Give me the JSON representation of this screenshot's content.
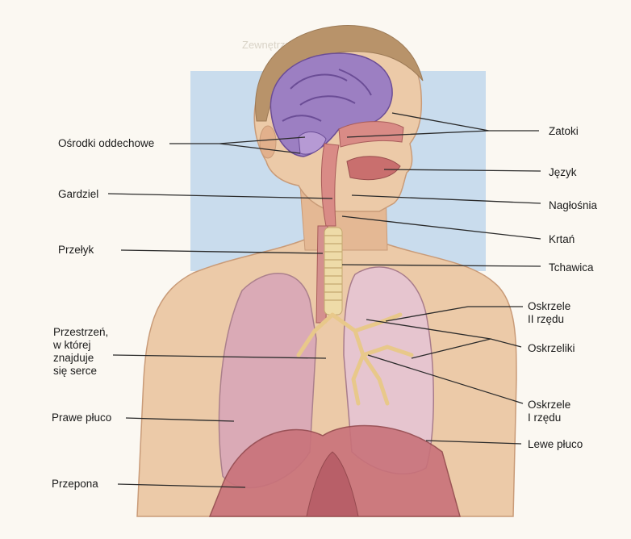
{
  "page_header_faint": "Zewnętrzne",
  "labels_left": {
    "osrodki": "Ośrodki oddechowe",
    "gardziel": "Gardziel",
    "przelyk": "Przełyk",
    "przestrzen_1": "Przestrzeń,",
    "przestrzen_2": "w której",
    "przestrzen_3": "znajduje",
    "przestrzen_4": "się serce",
    "prawe_pluco": "Prawe płuco",
    "przepona": "Przepona"
  },
  "labels_right": {
    "zatoki": "Zatoki",
    "jezyk": "Język",
    "naglosnia": "Nagłośnia",
    "krtan": "Krtań",
    "tchawica": "Tchawica",
    "oskrzele_ii_1": "Oskrzele",
    "oskrzele_ii_2": "II rzędu",
    "oskrzeliki": "Oskrzeliki",
    "oskrzele_i_1": "Oskrzele",
    "oskrzele_i_2": "I rzędu",
    "lewe_pluco": "Lewe płuco"
  },
  "colors": {
    "background": "#fbf8f2",
    "blue_panel": "#c9dced",
    "skin": "#eccaa8",
    "skin_shadow": "#d8a985",
    "brain": "#9c7fc2",
    "airway": "#d98b86",
    "lung": "#d9a7b8",
    "diaphragm": "#c9727a",
    "trachea": "#eedba8",
    "leader_line": "#2a2a2a"
  }
}
